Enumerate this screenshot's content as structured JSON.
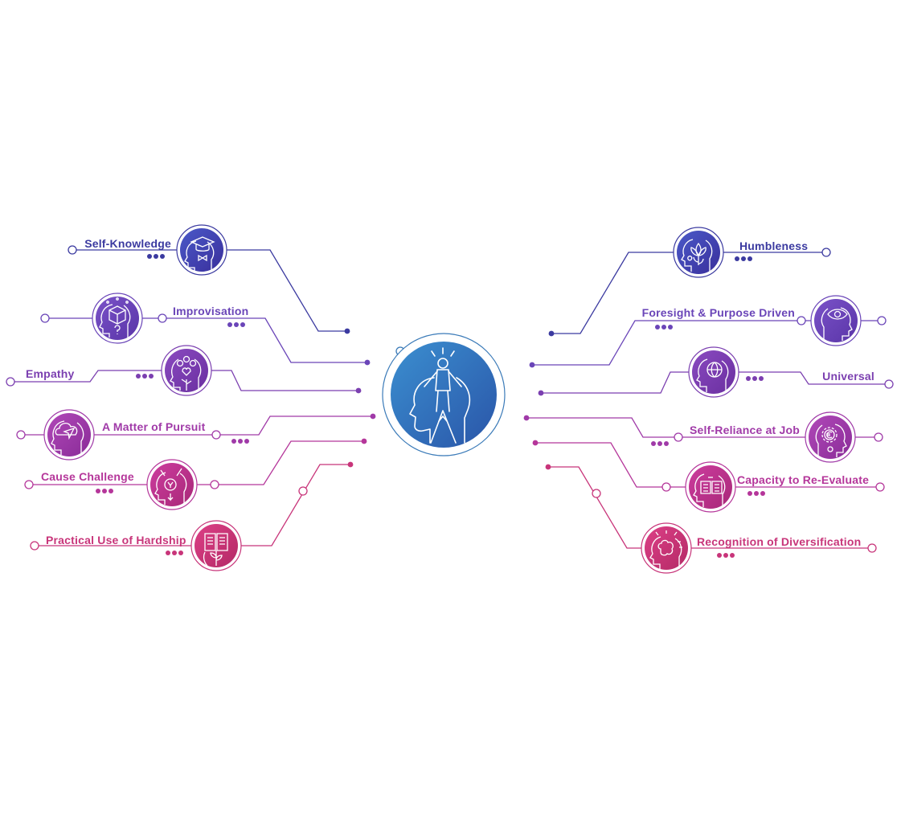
{
  "colors": {
    "navy": "#3b3aa0",
    "violet": "#6a45b8",
    "purple": "#7b3fb0",
    "magenta": "#b5369a",
    "pink": "#c8357a",
    "center_blue": "#2f6fc0"
  },
  "center": {
    "icon": "head-with-rising-person-icon"
  },
  "left_items": [
    {
      "label": "Self-Knowledge",
      "icon": "graduate-head-icon",
      "color": "#3b3aa0"
    },
    {
      "label": "Improvisation",
      "icon": "rubik-cube-icon",
      "color": "#6a45b8"
    },
    {
      "label": "Empathy",
      "icon": "heart-tree-icon",
      "color": "#7b3fb0"
    },
    {
      "label": "A Matter of Pursuit",
      "icon": "cloud-plane-icon",
      "color": "#a03aa8"
    },
    {
      "label": "Cause Challenge",
      "icon": "target-arrows-icon",
      "color": "#b5369a"
    },
    {
      "label": "Practical Use of Hardship",
      "icon": "book-plant-icon",
      "color": "#c8357a"
    }
  ],
  "right_items": [
    {
      "label": "Humbleness",
      "icon": "lotus-icon",
      "color": "#3b3aa0"
    },
    {
      "label": "Foresight & Purpose Driven",
      "icon": "eye-icon",
      "color": "#6a45b8"
    },
    {
      "label": "Universal",
      "icon": "globe-icon",
      "color": "#7b3fb0"
    },
    {
      "label": "Self-Reliance at Job",
      "icon": "gear-euro-icon",
      "color": "#a03aa8"
    },
    {
      "label": "Capacity to Re-Evaluate",
      "icon": "open-book-icon",
      "color": "#b5369a"
    },
    {
      "label": "Recognition of Diversification",
      "icon": "brain-rays-icon",
      "color": "#c8357a"
    }
  ]
}
